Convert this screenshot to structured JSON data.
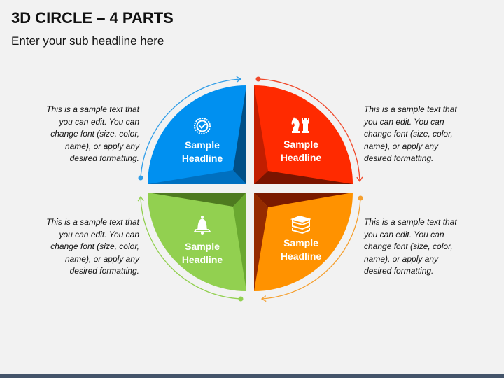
{
  "header": {
    "title": "3D CIRCLE – 4 PARTS",
    "subtitle": "Enter your sub headline here"
  },
  "quadrants": [
    {
      "position": "top-left",
      "headline_line1": "Sample",
      "headline_line2": "Headline",
      "icon": "badge-check-icon",
      "color_main": "#0090f0",
      "color_side": "#004f86",
      "color_bottom": "#0070c0",
      "arrow_color": "#2f9de8"
    },
    {
      "position": "top-right",
      "headline_line1": "Sample",
      "headline_line2": "Headline",
      "icon": "chess-pieces-icon",
      "color_main": "#ff2a00",
      "color_side": "#c21e00",
      "color_bottom": "#7a1400",
      "arrow_color": "#f0482a"
    },
    {
      "position": "bottom-left",
      "headline_line1": "Sample",
      "headline_line2": "Headline",
      "icon": "bell-icon",
      "color_main": "#92d050",
      "color_side": "#6aa830",
      "color_top": "#4e7a20",
      "arrow_color": "#92d050"
    },
    {
      "position": "bottom-right",
      "headline_line1": "Sample",
      "headline_line2": "Headline",
      "icon": "books-icon",
      "color_main": "#ff9200",
      "color_side": "#952b00",
      "color_top": "#7a1a00",
      "arrow_color": "#f5a030"
    }
  ],
  "texts": {
    "top_left": [
      "This is a sample text that",
      "you can edit. You can",
      "change font (size, color,",
      "name), or apply any",
      "desired formatting."
    ],
    "top_right": [
      "This is a sample text that",
      "you can edit. You can",
      "change font (size, color,",
      "name), or apply any",
      "desired formatting."
    ],
    "bottom_left": [
      "This is a sample text that",
      "you can edit. You can",
      "change font (size, color,",
      "name), or apply any",
      "desired formatting."
    ],
    "bottom_right": [
      "This is a sample text that",
      "you can edit. You can",
      "change font (size, color,",
      "name), or apply any",
      "desired formatting."
    ]
  },
  "footer": {
    "color": "#44546a"
  }
}
